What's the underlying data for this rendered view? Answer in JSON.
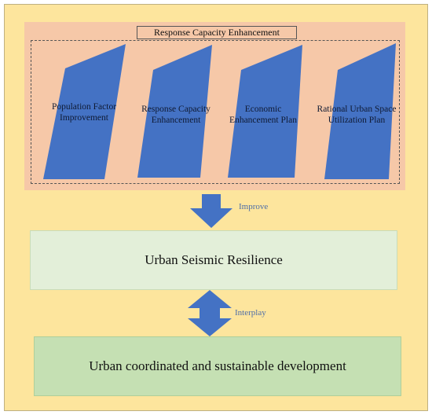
{
  "diagram": {
    "title": "Response Capacity Enhancement",
    "components": [
      "Population Factor Improvement",
      "Response Capacity Enhancement",
      "Economic Enhancement Plan",
      "Rational Urban Space Utilization Plan"
    ],
    "component_lines": [
      [
        "Population Factor",
        "Improvement"
      ],
      [
        "Response Capacity",
        "Enhancement"
      ],
      [
        "Economic",
        "Enhancement Plan"
      ],
      [
        "Rational Urban Space",
        "Utilization Plan"
      ]
    ],
    "arrow1_label": "Improve",
    "resilience_label": "Urban Seismic Resilience",
    "arrow2_label": "Interplay",
    "development_label": "Urban coordinated and sustainable development"
  },
  "colors": {
    "background": "#fde59d",
    "panel": "#f6c8a8",
    "parallelogram": "#4472c4",
    "arrow": "#4472c4",
    "resilience_box": "#e3efd9",
    "development_box": "#c5e0b3"
  }
}
